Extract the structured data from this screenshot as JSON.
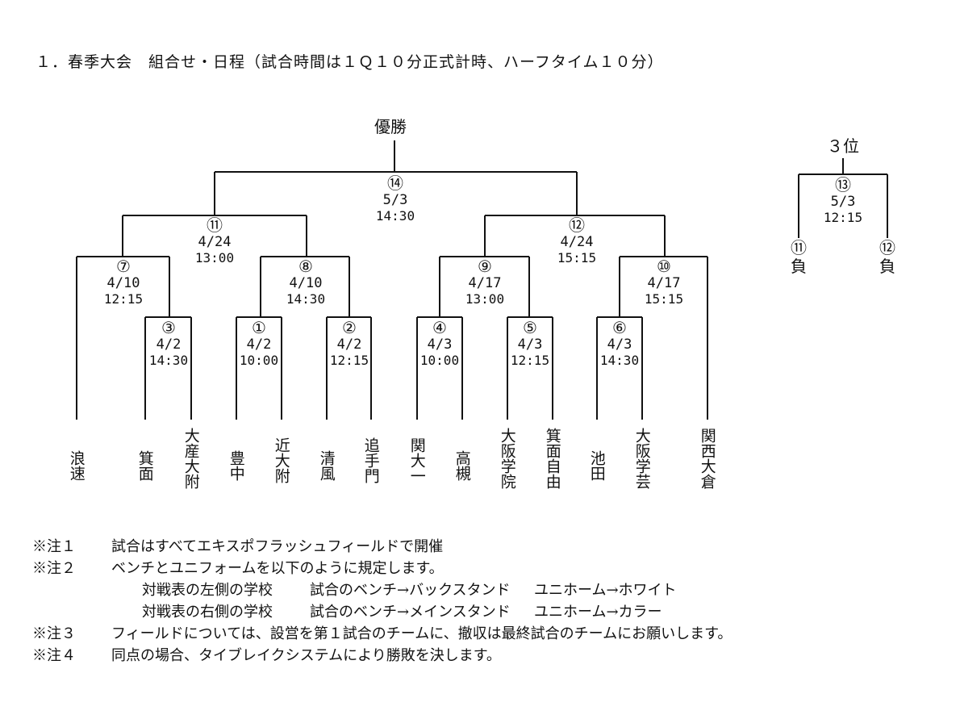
{
  "title": "１．春季大会　組合せ・日程（試合時間は１Ｑ１０分正式計時、ハーフタイム１０分）",
  "champion_label": "優勝",
  "third_place_label": "３位",
  "matches": {
    "m1": {
      "num": "①",
      "date": "4/2",
      "time": "10:00"
    },
    "m2": {
      "num": "②",
      "date": "4/2",
      "time": "12:15"
    },
    "m3": {
      "num": "③",
      "date": "4/2",
      "time": "14:30"
    },
    "m4": {
      "num": "④",
      "date": "4/3",
      "time": "10:00"
    },
    "m5": {
      "num": "⑤",
      "date": "4/3",
      "time": "12:15"
    },
    "m6": {
      "num": "⑥",
      "date": "4/3",
      "time": "14:30"
    },
    "m7": {
      "num": "⑦",
      "date": "4/10",
      "time": "12:15"
    },
    "m8": {
      "num": "⑧",
      "date": "4/10",
      "time": "14:30"
    },
    "m9": {
      "num": "⑨",
      "date": "4/17",
      "time": "13:00"
    },
    "m10": {
      "num": "⑩",
      "date": "4/17",
      "time": "15:15"
    },
    "m11": {
      "num": "⑪",
      "date": "4/24",
      "time": "13:00"
    },
    "m12": {
      "num": "⑫",
      "date": "4/24",
      "time": "15:15"
    },
    "m13": {
      "num": "⑬",
      "date": "5/3",
      "time": "12:15"
    },
    "m14": {
      "num": "⑭",
      "date": "5/3",
      "time": "14:30"
    }
  },
  "third_place_feeders": {
    "left": {
      "num": "⑪",
      "label": "負"
    },
    "right": {
      "num": "⑫",
      "label": "負"
    }
  },
  "teams": [
    "浪速",
    "箕面",
    "大産大附",
    "豊中",
    "近大附",
    "清風",
    "追手門",
    "関大一",
    "高槻",
    "大阪学院",
    "箕面自由",
    "池田",
    "大阪学芸",
    "関西大倉"
  ],
  "notes": [
    {
      "key": "※注１",
      "text": "試合はすべてエキスポフラッシュフィールドで開催"
    },
    {
      "key": "※注２",
      "text": "ベンチとユニフォームを以下のように規定します。"
    },
    {
      "key": "※注３",
      "text": "フィールドについては、設営を第１試合のチームに、撤収は最終試合のチームにお願いします。"
    },
    {
      "key": "※注４",
      "text": "同点の場合、タイブレイクシステムにより勝敗を決します。"
    }
  ],
  "note2_rules": [
    {
      "side": "対戦表の左側の学校",
      "bench": "試合のベンチ→バックスタンド",
      "uniform": "ユニホーム→ホワイト"
    },
    {
      "side": "対戦表の右側の学校",
      "bench": "試合のベンチ→メインスタンド",
      "uniform": "ユニホーム→カラー"
    }
  ]
}
